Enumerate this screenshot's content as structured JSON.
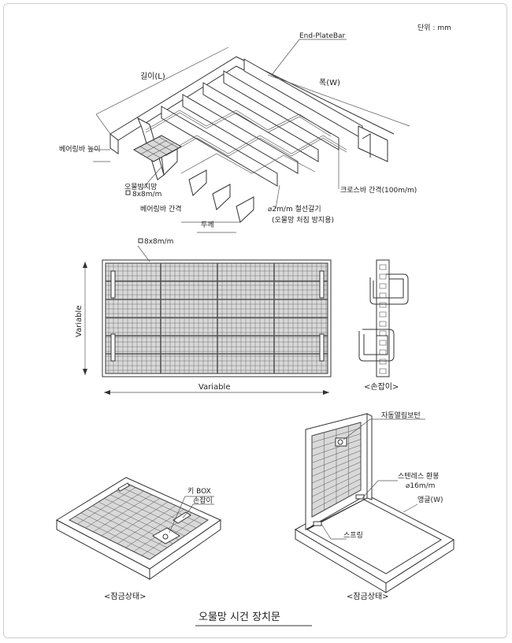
{
  "unit_label": "단위 : mm",
  "top": {
    "end_plate_bar": "End-PlateBar",
    "length_label": "길이(L)",
    "width_label": "폭(W)",
    "bearing_bar_height": "베어링바 높이",
    "anti_dirt_mesh": "오물방지망",
    "mesh_size": "8x8m/m",
    "bearing_bar_spacing": "베어링바 간격",
    "thickness": "두께",
    "cross_bar_spacing": "크로스바 간격(100m/m)",
    "wire_hook": "⌀2m/m 철선갈기",
    "wire_hook_note": "(오물망 처짐 방지용)"
  },
  "middle": {
    "mesh_size": "8x8m/m",
    "variable_h": "Variable",
    "variable_v": "Variable",
    "handle_caption": "<손잡이>"
  },
  "bottom_left": {
    "key_box": "키 BOX",
    "handle": "손잡이",
    "caption": "<잠금상태>"
  },
  "bottom_right": {
    "auto_open_bolt": "자동열림보턴",
    "stainless_rod": "스텐레스 환봉",
    "rod_size": "⌀16m/m",
    "angle": "앵글(W)",
    "spring": "스프링",
    "caption": "<잠금상태>"
  },
  "title": "오물망 시건 장치문",
  "colors": {
    "line": "#333333",
    "frame": "#cfcfcf",
    "fill_grey": "#d9d9d9"
  }
}
